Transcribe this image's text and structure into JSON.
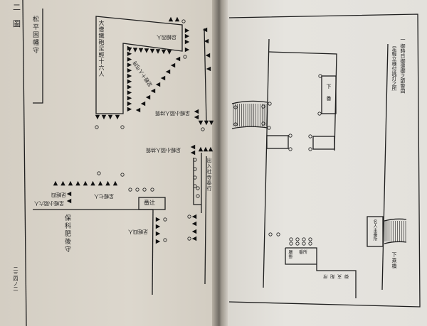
{
  "left_page": {
    "chapter_mark": "二",
    "figure_mark": "圖",
    "lord_1": "松平固幡守",
    "group_16": "大僧鐵砲足輕十六人",
    "group_top": "足輕四人",
    "group_diagonal": "足輕十人弓持",
    "group_small_1": "足輕小頭人持筒",
    "group_small_2": "足輕小頭人持筒",
    "magistrate": "出入社寺奉行",
    "group_seven": "足輕七人",
    "group_four_left": "足輕四",
    "group_small_6": "足輕小頭六人",
    "guard_box": "番辻",
    "lord_2": "保科肥後守",
    "group_four_bottom": "足輕四人",
    "page_number": "二三四ノ二"
  },
  "right_page": {
    "title_line_1": "一 御時日御還御之節警固",
    "title_line_2": "足輕立様付挑灯之所",
    "lower_guard": "下番",
    "guard_house": "名人主番所",
    "bridge_label": "下乘橋",
    "bench_label": "腰掛",
    "guard_label": "番所",
    "magistrate_label": "御支配所"
  }
}
